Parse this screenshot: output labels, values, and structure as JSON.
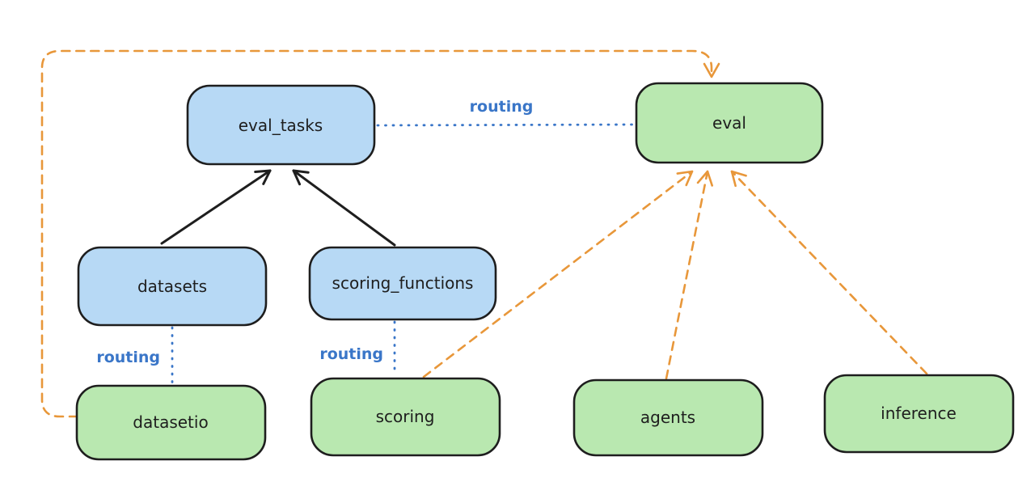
{
  "diagram": {
    "type": "flowchart",
    "background": "#ffffff",
    "colors": {
      "blue_node_fill": "#b7d9f5",
      "green_node_fill": "#b9e8b0",
      "node_stroke": "#1e1e1e",
      "routing_blue": "#3a76c8",
      "provider_orange": "#e8973a",
      "solid_arrow_black": "#1e1e1e"
    },
    "nodes": [
      {
        "id": "eval_tasks",
        "label": "eval_tasks",
        "color": "blue"
      },
      {
        "id": "eval",
        "label": "eval",
        "color": "green"
      },
      {
        "id": "datasets",
        "label": "datasets",
        "color": "blue"
      },
      {
        "id": "scoring_functions",
        "label": "scoring_functions",
        "color": "blue"
      },
      {
        "id": "datasetio",
        "label": "datasetio",
        "color": "green"
      },
      {
        "id": "scoring",
        "label": "scoring",
        "color": "green"
      },
      {
        "id": "agents",
        "label": "agents",
        "color": "green"
      },
      {
        "id": "inference",
        "label": "inference",
        "color": "green"
      }
    ],
    "edges": [
      {
        "from": "datasets",
        "to": "eval_tasks",
        "style": "solid-black-arrow",
        "label": ""
      },
      {
        "from": "scoring_functions",
        "to": "eval_tasks",
        "style": "solid-black-arrow",
        "label": ""
      },
      {
        "from": "eval_tasks",
        "to": "eval",
        "style": "dotted-blue",
        "label": "routing"
      },
      {
        "from": "datasets",
        "to": "datasetio",
        "style": "dotted-blue",
        "label": "routing"
      },
      {
        "from": "scoring_functions",
        "to": "scoring",
        "style": "dotted-blue",
        "label": "routing"
      },
      {
        "from": "datasetio",
        "to": "eval",
        "style": "dashed-orange-arrow",
        "label": ""
      },
      {
        "from": "scoring",
        "to": "eval",
        "style": "dashed-orange-arrow",
        "label": ""
      },
      {
        "from": "agents",
        "to": "eval",
        "style": "dashed-orange-arrow",
        "label": ""
      },
      {
        "from": "inference",
        "to": "eval",
        "style": "dashed-orange-arrow",
        "label": ""
      }
    ]
  }
}
